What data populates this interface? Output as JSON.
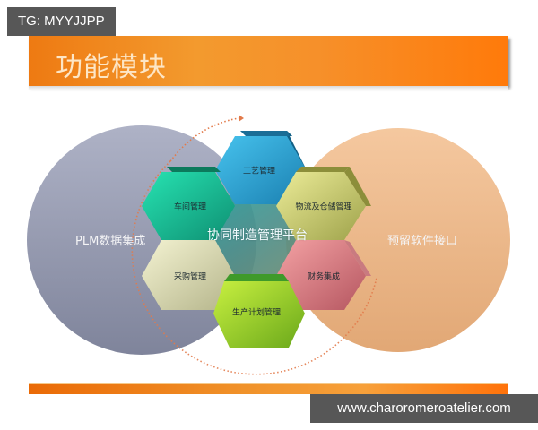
{
  "watermarks": {
    "top_left": "TG: MYYJJPP",
    "bottom_right": "www.charoromeroatelier.com"
  },
  "slide": {
    "title": "功能模块",
    "colors": {
      "title_bar": "#f39a2e",
      "title_text": "#fde6c6",
      "bottom_bar": "#f0922a"
    }
  },
  "diagram": {
    "left_circle": {
      "label": "PLM数据集成",
      "color": "#9ea3b8"
    },
    "right_circle": {
      "label": "预留软件接口",
      "color": "#f2c092"
    },
    "center": {
      "label": "协同制造管理平台"
    },
    "modules": [
      {
        "id": "process",
        "label": "工艺管理",
        "color": "#2fa6d6"
      },
      {
        "id": "workshop",
        "label": "车间管理",
        "color": "#1fcf9f"
      },
      {
        "id": "logistics",
        "label": "物流及仓储管理",
        "color": "#d2d47a"
      },
      {
        "id": "procurement",
        "label": "采购管理",
        "color": "#e3e2b8"
      },
      {
        "id": "finance",
        "label": "财务集成",
        "color": "#e48a8e"
      },
      {
        "id": "production-plan",
        "label": "生产计划管理",
        "color": "#a6d836"
      }
    ]
  }
}
